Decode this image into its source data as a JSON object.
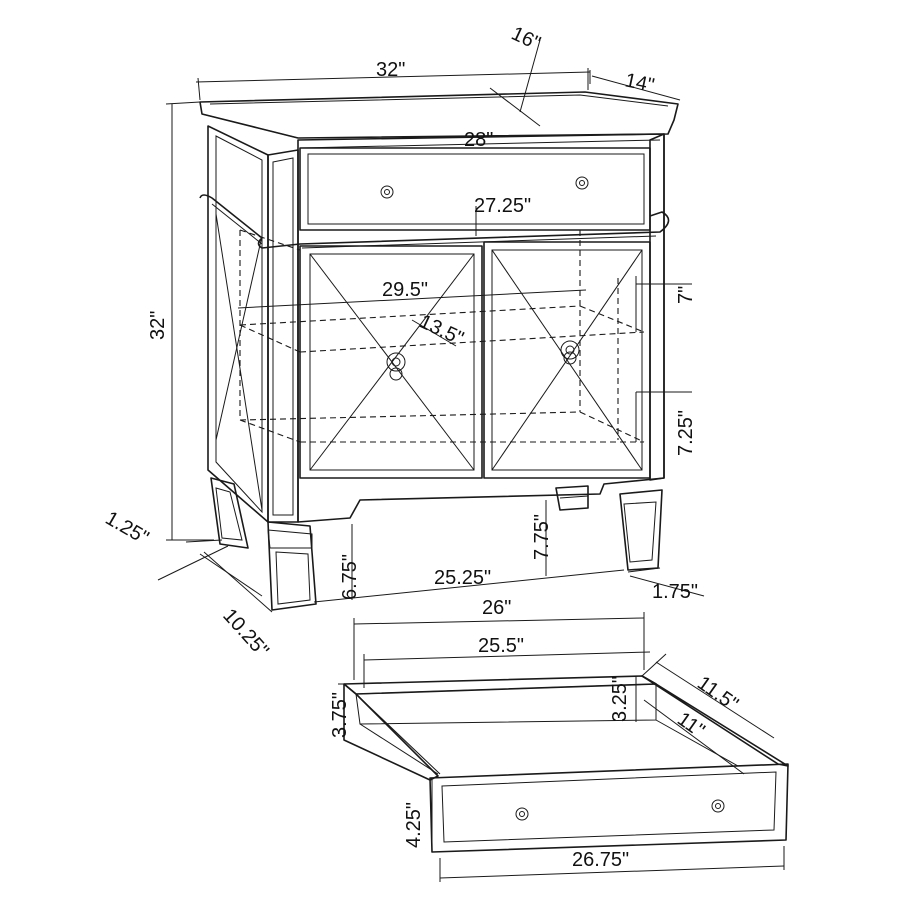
{
  "labels": {
    "top_depth_angle": "16\"",
    "top_width": "32\"",
    "top_depth": "14\"",
    "inner_top_width": "28\"",
    "drawer_front_width": "27.25\"",
    "overall_height": "32\"",
    "shelf_width": "29.5\"",
    "shelf_depth": "13.5\"",
    "upper_gap": "7\"",
    "lower_gap": "7.25\"",
    "leg_depth": "1.25\"",
    "floor_clearance_center": "7.75\"",
    "floor_clearance_front": "6.75\"",
    "leg_span": "25.25\"",
    "leg_width": "1.75\"",
    "side_depth": "10.25\"",
    "drawer_outer_width": "26\"",
    "drawer_inner_width": "25.5\"",
    "drawer_inner_height": "3.25\"",
    "drawer_outer_depth": "11.5\"",
    "drawer_height": "3.75\"",
    "drawer_inner_depth": "11\"",
    "drawer_front_height": "4.25\"",
    "drawer_front_total_width": "26.75\""
  }
}
